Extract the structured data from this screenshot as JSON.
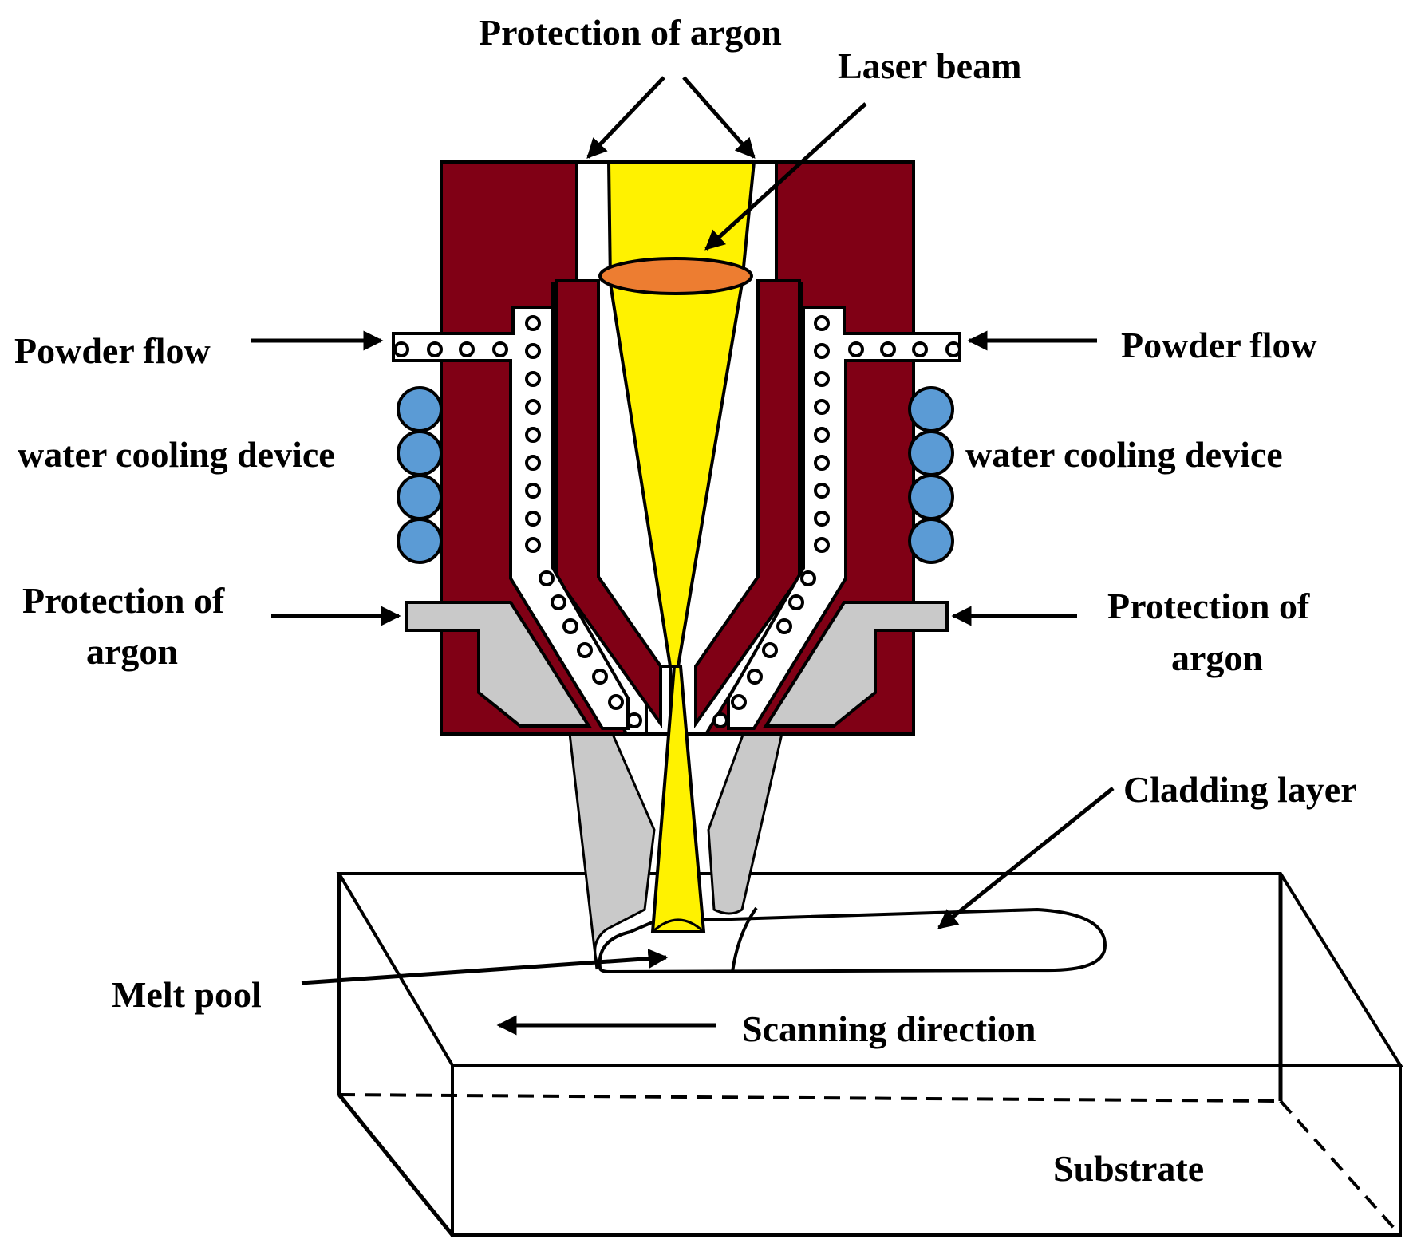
{
  "colors": {
    "nozzle_body": "#800015",
    "laser_beam": "#FFF200",
    "lens": "#ED7D31",
    "argon_shield": "#C9C9C9",
    "coolant": "#5B9BD5",
    "outline": "#000000",
    "background": "#FFFFFF"
  },
  "labels": {
    "top_argon": "Protection of argon",
    "laser_beam": "Laser beam",
    "powder_flow_left": "Powder flow",
    "powder_flow_right": "Powder flow",
    "cooling_left": "water cooling device",
    "cooling_right": "water cooling device",
    "argon_left_1": "Protection of",
    "argon_left_2": "argon",
    "argon_right_1": "Protection of",
    "argon_right_2": "argon",
    "cladding_layer": "Cladding layer",
    "melt_pool": "Melt pool",
    "scanning_direction": "Scanning direction",
    "substrate": "Substrate"
  }
}
